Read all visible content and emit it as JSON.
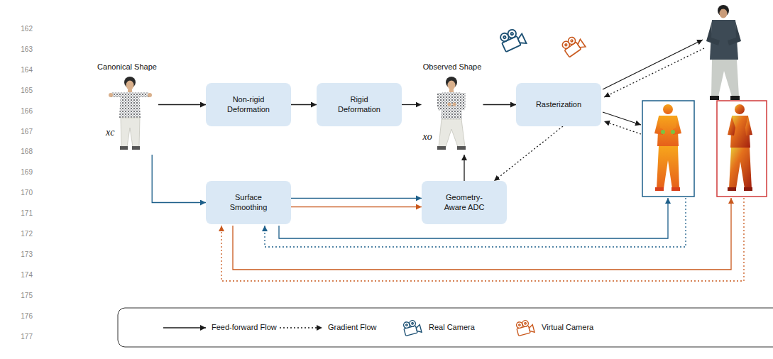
{
  "diagram": {
    "nodes": [
      {
        "text": [
          "Canonical Shape",
          "xc"
        ]
      },
      {
        "text": [
          "Non-rigid Deformation"
        ]
      },
      {
        "text": [
          "Rigid Deformation"
        ]
      },
      {
        "text": [
          "Observed Shape",
          "xo"
        ]
      },
      {
        "text": [
          "Rasterization"
        ]
      },
      {
        "text": [
          "Surface Smoothing"
        ]
      },
      {
        "text": [
          "Geometry-Aware ADC"
        ]
      }
    ],
    "edges": [
      {
        "from": 0,
        "to": 1,
        "arrow": "to"
      },
      {
        "from": 1,
        "to": 2,
        "arrow": "to"
      },
      {
        "from": 2,
        "to": 3,
        "arrow": "to"
      },
      {
        "from": 3,
        "to": 4,
        "arrow": "to"
      },
      {
        "from": 4,
        "to": 6,
        "arrow": "to"
      },
      {
        "from": 0,
        "to": 5,
        "arrow": "to"
      },
      {
        "from": 5,
        "to": 6,
        "arrow": "to"
      },
      {
        "from": 5,
        "to": 6,
        "arrow": "to"
      },
      {
        "from": 6,
        "to": 3,
        "arrow": "to"
      }
    ],
    "labels": [
      "162",
      "163",
      "164",
      "165",
      "166",
      "167",
      "168",
      "169",
      "170",
      "171",
      "172",
      "173",
      "174",
      "175",
      "176",
      "177"
    ],
    "legend": [
      {
        "text": "Feed-forward Flow"
      },
      {
        "text": "Gradient Flow"
      },
      {
        "text": "Real Camera"
      },
      {
        "text": "Virtual Camera"
      }
    ]
  }
}
